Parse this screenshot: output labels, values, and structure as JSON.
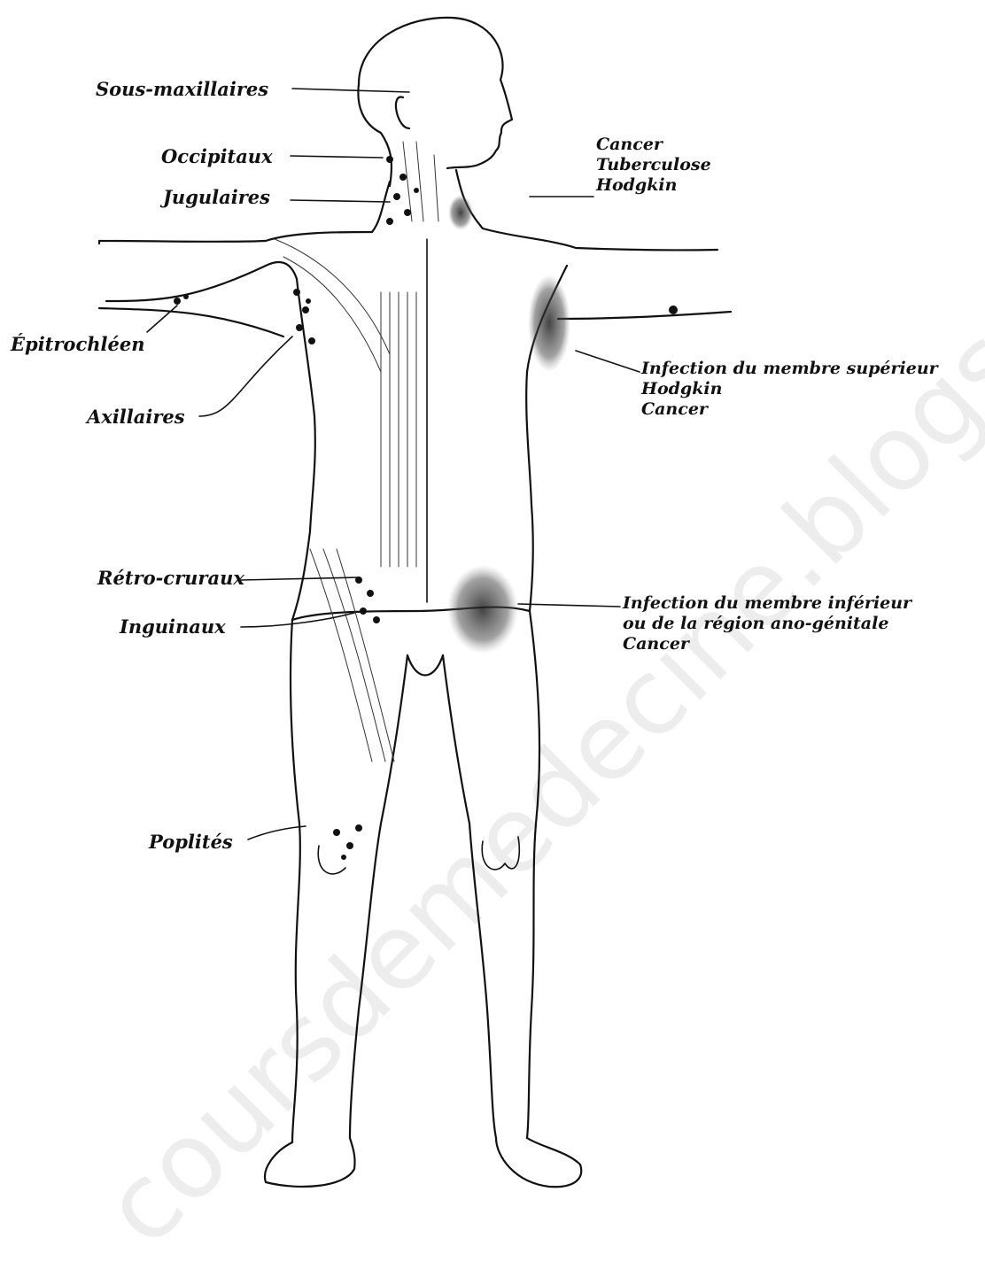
{
  "labels": {
    "sous_maxillaires": "Sous-maxillaires",
    "occipitaux": "Occipitaux",
    "jugulaires": "Jugulaires",
    "epitrochleen": "Épitrochléen",
    "axillaires": "Axillaires",
    "retro_cruraux": "Rétro-cruraux",
    "inguinaux": "Inguinaux",
    "poplites": "Poplités"
  },
  "notes": {
    "neck": [
      "Cancer",
      "Tuberculose",
      "Hodgkin"
    ],
    "axilla": [
      "Infection du membre supérieur",
      "Hodgkin",
      "Cancer"
    ],
    "groin": [
      "Infection du membre  inférieur",
      "ou de la région ano-génitale",
      "Cancer"
    ]
  },
  "watermark": "coursdemedecine.blogspot.com"
}
